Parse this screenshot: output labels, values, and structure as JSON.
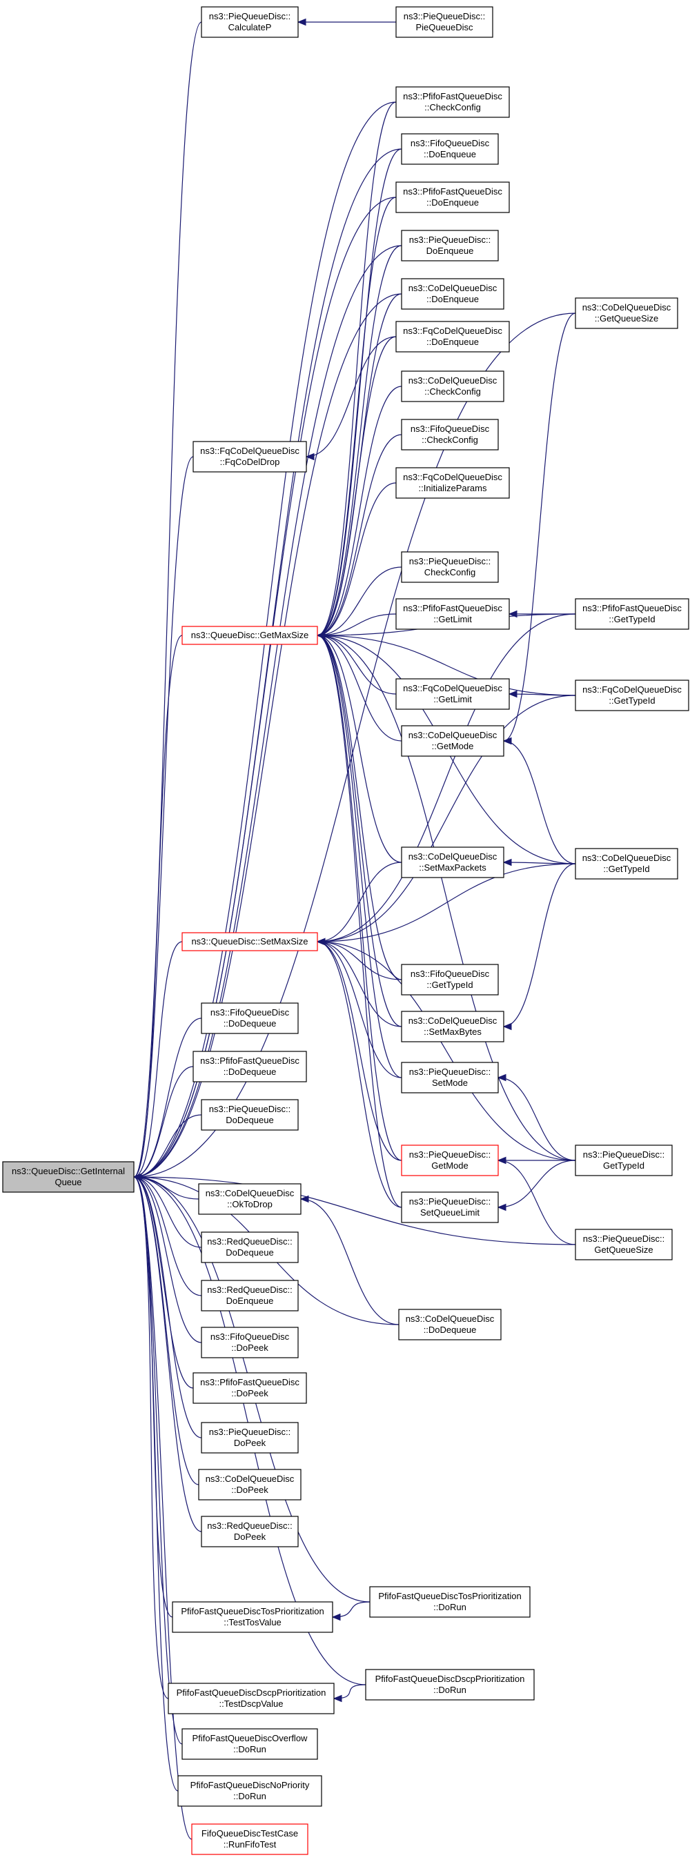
{
  "nodes": [
    {
      "id": "root",
      "lines": [
        "ns3::QueueDisc::GetInternal",
        "Queue"
      ],
      "style": "root",
      "interactable": true
    },
    {
      "id": "getmaxsize",
      "lines": [
        "ns3::QueueDisc::GetMaxSize"
      ],
      "style": "red",
      "interactable": true
    },
    {
      "id": "setmaxsize",
      "lines": [
        "ns3::QueueDisc::SetMaxSize"
      ],
      "style": "red",
      "interactable": true
    },
    {
      "id": "fqdrop",
      "lines": [
        "ns3::FqCoDelQueueDisc",
        "::FqCoDelDrop"
      ],
      "style": "normal",
      "interactable": true
    },
    {
      "id": "pie_calcp",
      "lines": [
        "ns3::PieQueueDisc::",
        "CalculateP"
      ],
      "style": "normal",
      "interactable": true
    },
    {
      "id": "pie_ctor",
      "lines": [
        "ns3::PieQueueDisc::",
        "PieQueueDisc"
      ],
      "style": "normal",
      "interactable": true
    },
    {
      "id": "pf_checkconfig",
      "lines": [
        "ns3::PfifoFastQueueDisc",
        "::CheckConfig"
      ],
      "style": "normal",
      "interactable": true
    },
    {
      "id": "fifo_doenqueue",
      "lines": [
        "ns3::FifoQueueDisc",
        "::DoEnqueue"
      ],
      "style": "normal",
      "interactable": true
    },
    {
      "id": "pf_doenqueue",
      "lines": [
        "ns3::PfifoFastQueueDisc",
        "::DoEnqueue"
      ],
      "style": "normal",
      "interactable": true
    },
    {
      "id": "pie_doenqueue",
      "lines": [
        "ns3::PieQueueDisc::",
        "DoEnqueue"
      ],
      "style": "normal",
      "interactable": true
    },
    {
      "id": "codel_doenqueue",
      "lines": [
        "ns3::CoDelQueueDisc",
        "::DoEnqueue"
      ],
      "style": "normal",
      "interactable": true
    },
    {
      "id": "fq_doenqueue",
      "lines": [
        "ns3::FqCoDelQueueDisc",
        "::DoEnqueue"
      ],
      "style": "normal",
      "interactable": true
    },
    {
      "id": "codel_checkconfig",
      "lines": [
        "ns3::CoDelQueueDisc",
        "::CheckConfig"
      ],
      "style": "normal",
      "interactable": true
    },
    {
      "id": "fifo_checkconfig",
      "lines": [
        "ns3::FifoQueueDisc",
        "::CheckConfig"
      ],
      "style": "normal",
      "interactable": true
    },
    {
      "id": "fq_initparams",
      "lines": [
        "ns3::FqCoDelQueueDisc",
        "::InitializeParams"
      ],
      "style": "normal",
      "interactable": true
    },
    {
      "id": "pie_checkconfig",
      "lines": [
        "ns3::PieQueueDisc::",
        "CheckConfig"
      ],
      "style": "normal",
      "interactable": true
    },
    {
      "id": "pf_getlimit",
      "lines": [
        "ns3::PfifoFastQueueDisc",
        "::GetLimit"
      ],
      "style": "normal",
      "interactable": true
    },
    {
      "id": "fq_getlimit",
      "lines": [
        "ns3::FqCoDelQueueDisc",
        "::GetLimit"
      ],
      "style": "normal",
      "interactable": true
    },
    {
      "id": "codel_getmode",
      "lines": [
        "ns3::CoDelQueueDisc",
        "::GetMode"
      ],
      "style": "normal",
      "interactable": true
    },
    {
      "id": "codel_setmaxpackets",
      "lines": [
        "ns3::CoDelQueueDisc",
        "::SetMaxPackets"
      ],
      "style": "normal",
      "interactable": true
    },
    {
      "id": "fifo_gettypeid",
      "lines": [
        "ns3::FifoQueueDisc",
        "::GetTypeId"
      ],
      "style": "normal",
      "interactable": true
    },
    {
      "id": "codel_setmaxbytes",
      "lines": [
        "ns3::CoDelQueueDisc",
        "::SetMaxBytes"
      ],
      "style": "normal",
      "interactable": true
    },
    {
      "id": "pie_setmode",
      "lines": [
        "ns3::PieQueueDisc::",
        "SetMode"
      ],
      "style": "normal",
      "interactable": true
    },
    {
      "id": "pie_getmode",
      "lines": [
        "ns3::PieQueueDisc::",
        "GetMode"
      ],
      "style": "red",
      "interactable": true
    },
    {
      "id": "pie_setqueuelimit",
      "lines": [
        "ns3::PieQueueDisc::",
        "SetQueueLimit"
      ],
      "style": "normal",
      "interactable": true
    },
    {
      "id": "codel_dodequeue",
      "lines": [
        "ns3::CoDelQueueDisc",
        "::DoDequeue"
      ],
      "style": "normal",
      "interactable": true
    },
    {
      "id": "codel_getqueuesize",
      "lines": [
        "ns3::CoDelQueueDisc",
        "::GetQueueSize"
      ],
      "style": "normal",
      "interactable": true
    },
    {
      "id": "pf_gettypeid",
      "lines": [
        "ns3::PfifoFastQueueDisc",
        "::GetTypeId"
      ],
      "style": "normal",
      "interactable": true
    },
    {
      "id": "fq_gettypeid",
      "lines": [
        "ns3::FqCoDelQueueDisc",
        "::GetTypeId"
      ],
      "style": "normal",
      "interactable": true
    },
    {
      "id": "codel_gettypeid",
      "lines": [
        "ns3::CoDelQueueDisc",
        "::GetTypeId"
      ],
      "style": "normal",
      "interactable": true
    },
    {
      "id": "pie_gettypeid",
      "lines": [
        "ns3::PieQueueDisc::",
        "GetTypeId"
      ],
      "style": "normal",
      "interactable": true
    },
    {
      "id": "pie_getqueuesize",
      "lines": [
        "ns3::PieQueueDisc::",
        "GetQueueSize"
      ],
      "style": "normal",
      "interactable": true
    },
    {
      "id": "fifo_dodequeue",
      "lines": [
        "ns3::FifoQueueDisc",
        "::DoDequeue"
      ],
      "style": "normal",
      "interactable": true
    },
    {
      "id": "pf_dodequeue",
      "lines": [
        "ns3::PfifoFastQueueDisc",
        "::DoDequeue"
      ],
      "style": "normal",
      "interactable": true
    },
    {
      "id": "pie_dodequeue",
      "lines": [
        "ns3::PieQueueDisc::",
        "DoDequeue"
      ],
      "style": "normal",
      "interactable": true
    },
    {
      "id": "codel_oktodrop",
      "lines": [
        "ns3::CoDelQueueDisc",
        "::OkToDrop"
      ],
      "style": "normal",
      "interactable": true
    },
    {
      "id": "red_dodequeue",
      "lines": [
        "ns3::RedQueueDisc::",
        "DoDequeue"
      ],
      "style": "normal",
      "interactable": true
    },
    {
      "id": "red_doenqueue",
      "lines": [
        "ns3::RedQueueDisc::",
        "DoEnqueue"
      ],
      "style": "normal",
      "interactable": true
    },
    {
      "id": "fifo_dopeek",
      "lines": [
        "ns3::FifoQueueDisc",
        "::DoPeek"
      ],
      "style": "normal",
      "interactable": true
    },
    {
      "id": "pf_dopeek",
      "lines": [
        "ns3::PfifoFastQueueDisc",
        "::DoPeek"
      ],
      "style": "normal",
      "interactable": true
    },
    {
      "id": "pie_dopeek",
      "lines": [
        "ns3::PieQueueDisc::",
        "DoPeek"
      ],
      "style": "normal",
      "interactable": true
    },
    {
      "id": "codel_dopeek",
      "lines": [
        "ns3::CoDelQueueDisc",
        "::DoPeek"
      ],
      "style": "normal",
      "interactable": true
    },
    {
      "id": "red_dopeek",
      "lines": [
        "ns3::RedQueueDisc::",
        "DoPeek"
      ],
      "style": "normal",
      "interactable": true
    },
    {
      "id": "tos_testtosvalue",
      "lines": [
        "PfifoFastQueueDiscTosPrioritization",
        "::TestTosValue"
      ],
      "style": "normal",
      "interactable": true
    },
    {
      "id": "tos_dorun",
      "lines": [
        "PfifoFastQueueDiscTosPrioritization",
        "::DoRun"
      ],
      "style": "normal",
      "interactable": true
    },
    {
      "id": "dscp_testdscpvalue",
      "lines": [
        "PfifoFastQueueDiscDscpPrioritization",
        "::TestDscpValue"
      ],
      "style": "normal",
      "interactable": true
    },
    {
      "id": "dscp_dorun",
      "lines": [
        "PfifoFastQueueDiscDscpPrioritization",
        "::DoRun"
      ],
      "style": "normal",
      "interactable": true
    },
    {
      "id": "overflow_dorun",
      "lines": [
        "PfifoFastQueueDiscOverflow",
        "::DoRun"
      ],
      "style": "normal",
      "interactable": true
    },
    {
      "id": "nopriority_dorun",
      "lines": [
        "PfifoFastQueueDiscNoPriority",
        "::DoRun"
      ],
      "style": "normal",
      "interactable": true
    },
    {
      "id": "fifotest_runfifotest",
      "lines": [
        "FifoQueueDiscTestCase",
        "::RunFifoTest"
      ],
      "style": "red",
      "interactable": true
    }
  ],
  "edges": [
    [
      "pie_ctor",
      "pie_calcp"
    ],
    [
      "pie_calcp",
      "root"
    ],
    [
      "pf_checkconfig",
      "root"
    ],
    [
      "fifo_doenqueue",
      "root"
    ],
    [
      "pf_doenqueue",
      "root"
    ],
    [
      "pie_doenqueue",
      "root"
    ],
    [
      "codel_doenqueue",
      "root"
    ],
    [
      "fq_doenqueue",
      "fqdrop"
    ],
    [
      "fqdrop",
      "root"
    ],
    [
      "codel_getqueuesize",
      "root"
    ],
    [
      "getmaxsize",
      "root"
    ],
    [
      "setmaxsize",
      "root"
    ],
    [
      "pf_checkconfig",
      "getmaxsize"
    ],
    [
      "fifo_doenqueue",
      "getmaxsize"
    ],
    [
      "pf_doenqueue",
      "getmaxsize"
    ],
    [
      "pie_doenqueue",
      "getmaxsize"
    ],
    [
      "codel_doenqueue",
      "getmaxsize"
    ],
    [
      "fq_doenqueue",
      "getmaxsize"
    ],
    [
      "codel_checkconfig",
      "getmaxsize"
    ],
    [
      "fifo_checkconfig",
      "getmaxsize"
    ],
    [
      "fq_initparams",
      "getmaxsize"
    ],
    [
      "pie_checkconfig",
      "getmaxsize"
    ],
    [
      "pf_getlimit",
      "getmaxsize"
    ],
    [
      "fq_getlimit",
      "getmaxsize"
    ],
    [
      "codel_getmode",
      "getmaxsize"
    ],
    [
      "codel_setmaxpackets",
      "getmaxsize"
    ],
    [
      "codel_setmaxbytes",
      "getmaxsize"
    ],
    [
      "fifo_gettypeid",
      "getmaxsize"
    ],
    [
      "pie_setmode",
      "getmaxsize"
    ],
    [
      "pie_getmode",
      "getmaxsize"
    ],
    [
      "pie_setqueuelimit",
      "getmaxsize"
    ],
    [
      "pf_gettypeid",
      "getmaxsize"
    ],
    [
      "fq_gettypeid",
      "getmaxsize"
    ],
    [
      "codel_gettypeid",
      "getmaxsize"
    ],
    [
      "pie_gettypeid",
      "getmaxsize"
    ],
    [
      "pf_gettypeid",
      "pf_getlimit"
    ],
    [
      "fq_gettypeid",
      "fq_getlimit"
    ],
    [
      "codel_getqueuesize",
      "codel_getmode"
    ],
    [
      "codel_gettypeid",
      "codel_getmode"
    ],
    [
      "codel_gettypeid",
      "codel_setmaxpackets"
    ],
    [
      "codel_gettypeid",
      "codel_setmaxbytes"
    ],
    [
      "pie_gettypeid",
      "pie_setmode"
    ],
    [
      "pie_gettypeid",
      "pie_getmode"
    ],
    [
      "pie_getqueuesize",
      "pie_getmode"
    ],
    [
      "pie_gettypeid",
      "pie_setqueuelimit"
    ],
    [
      "codel_setmaxpackets",
      "setmaxsize"
    ],
    [
      "fifo_gettypeid",
      "setmaxsize"
    ],
    [
      "codel_setmaxbytes",
      "setmaxsize"
    ],
    [
      "pie_setmode",
      "setmaxsize"
    ],
    [
      "pie_setqueuelimit",
      "setmaxsize"
    ],
    [
      "pf_gettypeid",
      "setmaxsize"
    ],
    [
      "fq_gettypeid",
      "setmaxsize"
    ],
    [
      "codel_gettypeid",
      "setmaxsize"
    ],
    [
      "pie_gettypeid",
      "setmaxsize"
    ],
    [
      "pie_getmode",
      "setmaxsize"
    ],
    [
      "fifo_dodequeue",
      "root"
    ],
    [
      "pf_dodequeue",
      "root"
    ],
    [
      "pie_dodequeue",
      "root"
    ],
    [
      "codel_oktodrop",
      "root"
    ],
    [
      "codel_dodequeue",
      "codel_oktodrop"
    ],
    [
      "codel_dodequeue",
      "root"
    ],
    [
      "pie_getqueuesize",
      "root"
    ],
    [
      "red_dodequeue",
      "root"
    ],
    [
      "red_doenqueue",
      "root"
    ],
    [
      "fifo_dopeek",
      "root"
    ],
    [
      "pf_dopeek",
      "root"
    ],
    [
      "pie_dopeek",
      "root"
    ],
    [
      "codel_dopeek",
      "root"
    ],
    [
      "red_dopeek",
      "root"
    ],
    [
      "tos_testtosvalue",
      "root"
    ],
    [
      "tos_dorun",
      "tos_testtosvalue"
    ],
    [
      "tos_dorun",
      "root"
    ],
    [
      "dscp_testdscpvalue",
      "root"
    ],
    [
      "dscp_dorun",
      "dscp_testdscpvalue"
    ],
    [
      "dscp_dorun",
      "root"
    ],
    [
      "overflow_dorun",
      "root"
    ],
    [
      "nopriority_dorun",
      "root"
    ],
    [
      "fifotest_runfifotest",
      "root"
    ]
  ]
}
